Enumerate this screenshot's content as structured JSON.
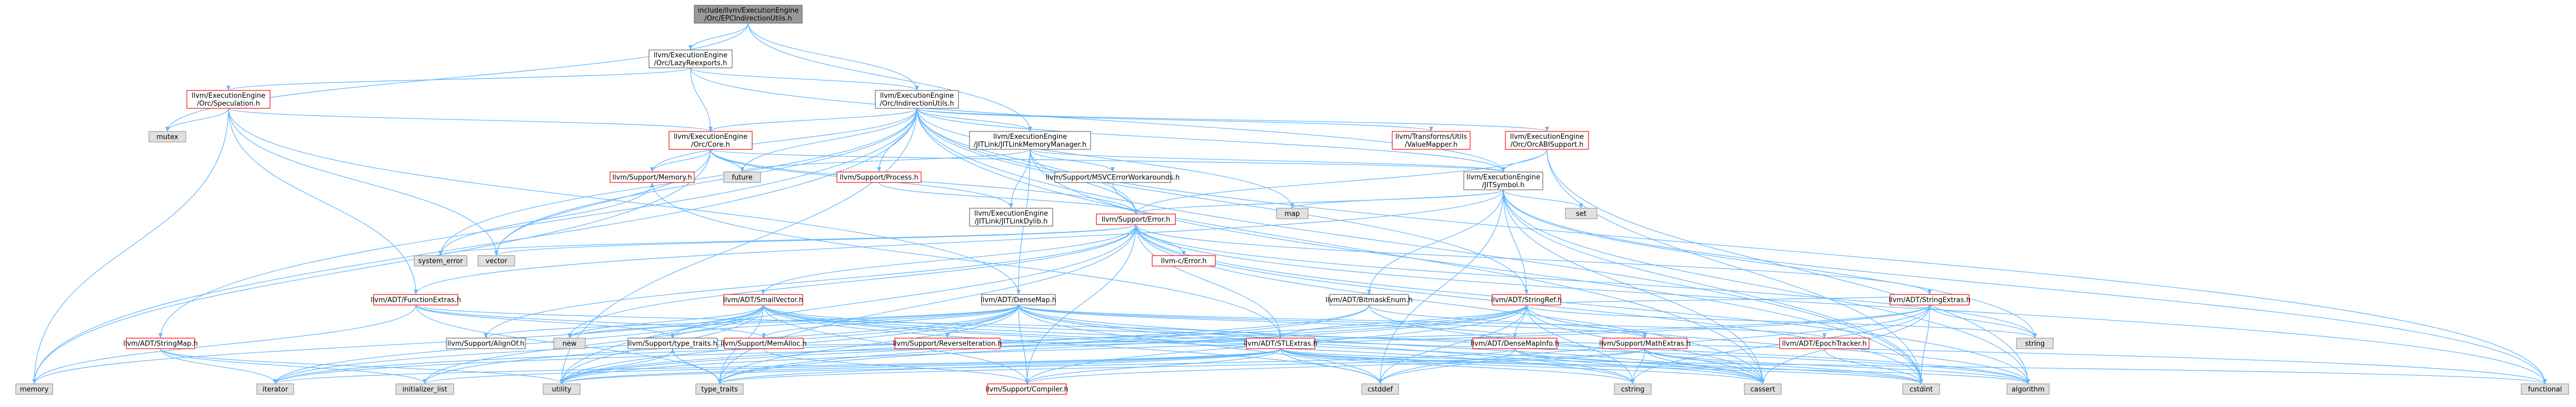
{
  "colors": {
    "root_fill": "#999999",
    "root_stroke": "#666666",
    "node_fill": "#ffffff",
    "normal_stroke": "#666666",
    "highlight_stroke": "#ff0000",
    "system_fill": "#e0e0e0",
    "system_stroke": "#999999",
    "edge": "#63b8ff",
    "text": "#000000"
  },
  "nodes": [
    {
      "id": "root",
      "kind": "root",
      "lines": [
        "include/llvm/ExecutionEngine",
        "/Orc/EPCIndirectionUtils.h"
      ]
    },
    {
      "id": "lazy",
      "kind": "normal",
      "lines": [
        "llvm/ExecutionEngine",
        "/Orc/LazyReexports.h"
      ]
    },
    {
      "id": "spec",
      "kind": "red",
      "lines": [
        "llvm/ExecutionEngine",
        "/Orc/Speculation.h"
      ]
    },
    {
      "id": "indir",
      "kind": "normal",
      "lines": [
        "llvm/ExecutionEngine",
        "/Orc/IndirectionUtils.h"
      ]
    },
    {
      "id": "mutex",
      "kind": "system",
      "lines": [
        "mutex"
      ]
    },
    {
      "id": "core",
      "kind": "red",
      "lines": [
        "llvm/ExecutionEngine",
        "/Orc/Core.h"
      ]
    },
    {
      "id": "jitlinkmm",
      "kind": "normal",
      "lines": [
        "llvm/ExecutionEngine",
        "/JITLink/JITLinkMemoryManager.h"
      ]
    },
    {
      "id": "vmapper",
      "kind": "red",
      "lines": [
        "llvm/Transforms/Utils",
        "/ValueMapper.h"
      ]
    },
    {
      "id": "orcabi",
      "kind": "red",
      "lines": [
        "llvm/ExecutionEngine",
        "/Orc/OrcABISupport.h"
      ]
    },
    {
      "id": "memory",
      "kind": "red",
      "lines": [
        "llvm/Support/Memory.h"
      ]
    },
    {
      "id": "future",
      "kind": "system",
      "lines": [
        "future"
      ]
    },
    {
      "id": "process",
      "kind": "red",
      "lines": [
        "llvm/Support/Process.h"
      ]
    },
    {
      "id": "msvc",
      "kind": "normal",
      "lines": [
        "llvm/Support/MSVCErrorWorkarounds.h"
      ]
    },
    {
      "id": "jitsym",
      "kind": "normal",
      "lines": [
        "llvm/ExecutionEngine",
        "/JITSymbol.h"
      ]
    },
    {
      "id": "jitlinkdylib",
      "kind": "normal",
      "lines": [
        "llvm/ExecutionEngine",
        "/JITLink/JITLinkDylib.h"
      ]
    },
    {
      "id": "map",
      "kind": "system",
      "lines": [
        "map"
      ]
    },
    {
      "id": "set",
      "kind": "system",
      "lines": [
        "set"
      ]
    },
    {
      "id": "error",
      "kind": "red",
      "lines": [
        "llvm/Support/Error.h"
      ]
    },
    {
      "id": "cerror",
      "kind": "red",
      "lines": [
        "llvm-c/Error.h"
      ]
    },
    {
      "id": "syserr",
      "kind": "system",
      "lines": [
        "system_error"
      ]
    },
    {
      "id": "vector",
      "kind": "system",
      "lines": [
        "vector"
      ]
    },
    {
      "id": "funcext",
      "kind": "red",
      "lines": [
        "llvm/ADT/FunctionExtras.h"
      ]
    },
    {
      "id": "smallvec",
      "kind": "red",
      "lines": [
        "llvm/ADT/SmallVector.h"
      ]
    },
    {
      "id": "densemap",
      "kind": "normal",
      "lines": [
        "llvm/ADT/DenseMap.h"
      ]
    },
    {
      "id": "bitmask",
      "kind": "normal",
      "lines": [
        "llvm/ADT/BitmaskEnum.h"
      ]
    },
    {
      "id": "stringref",
      "kind": "red",
      "lines": [
        "llvm/ADT/StringRef.h"
      ]
    },
    {
      "id": "strextras",
      "kind": "red",
      "lines": [
        "llvm/ADT/StringExtras.h"
      ]
    },
    {
      "id": "stringmap",
      "kind": "red",
      "lines": [
        "llvm/ADT/StringMap.h"
      ]
    },
    {
      "id": "alignof",
      "kind": "normal",
      "lines": [
        "llvm/Support/AlignOf.h"
      ]
    },
    {
      "id": "new",
      "kind": "system",
      "lines": [
        "new"
      ]
    },
    {
      "id": "typetraits",
      "kind": "normal",
      "lines": [
        "llvm/Support/type_traits.h"
      ]
    },
    {
      "id": "memalloc",
      "kind": "red",
      "lines": [
        "llvm/Support/MemAlloc.h"
      ]
    },
    {
      "id": "reverseiter",
      "kind": "red",
      "lines": [
        "llvm/Support/ReverseIteration.h"
      ]
    },
    {
      "id": "stlextras",
      "kind": "red",
      "lines": [
        "llvm/ADT/STLExtras.h"
      ]
    },
    {
      "id": "densemapinfo",
      "kind": "red",
      "lines": [
        "llvm/ADT/DenseMapInfo.h"
      ]
    },
    {
      "id": "mathextras",
      "kind": "red",
      "lines": [
        "llvm/Support/MathExtras.h"
      ]
    },
    {
      "id": "epochtracker",
      "kind": "red",
      "lines": [
        "llvm/ADT/EpochTracker.h"
      ]
    },
    {
      "id": "string",
      "kind": "system",
      "lines": [
        "string"
      ]
    },
    {
      "id": "compiler",
      "kind": "red",
      "lines": [
        "llvm/Support/Compiler.h"
      ]
    },
    {
      "id": "smemory",
      "kind": "system",
      "lines": [
        "memory"
      ]
    },
    {
      "id": "iterator",
      "kind": "system",
      "lines": [
        "iterator"
      ]
    },
    {
      "id": "initlist",
      "kind": "system",
      "lines": [
        "initializer_list"
      ]
    },
    {
      "id": "utility",
      "kind": "system",
      "lines": [
        "utility"
      ]
    },
    {
      "id": "typetraits_sys",
      "kind": "system",
      "lines": [
        "type_traits"
      ]
    },
    {
      "id": "cstddef",
      "kind": "system",
      "lines": [
        "cstddef"
      ]
    },
    {
      "id": "cstring",
      "kind": "system",
      "lines": [
        "cstring"
      ]
    },
    {
      "id": "cassert",
      "kind": "system",
      "lines": [
        "cassert"
      ]
    },
    {
      "id": "cstdint",
      "kind": "system",
      "lines": [
        "cstdint"
      ]
    },
    {
      "id": "algorithm",
      "kind": "system",
      "lines": [
        "algorithm"
      ]
    },
    {
      "id": "functional",
      "kind": "system",
      "lines": [
        "functional"
      ]
    }
  ],
  "edges": [
    [
      "root",
      "lazy"
    ],
    [
      "root",
      "indir"
    ],
    [
      "root",
      "mutex"
    ],
    [
      "root",
      "jitlinkmm"
    ],
    [
      "lazy",
      "spec"
    ],
    [
      "lazy",
      "indir"
    ],
    [
      "lazy",
      "core"
    ],
    [
      "lazy",
      "jitsym"
    ],
    [
      "spec",
      "core"
    ],
    [
      "spec",
      "mutex"
    ],
    [
      "spec",
      "funcext"
    ],
    [
      "spec",
      "densemap"
    ],
    [
      "spec",
      "smemory"
    ],
    [
      "spec",
      "vector"
    ],
    [
      "indir",
      "core"
    ],
    [
      "indir",
      "jitlinkmm"
    ],
    [
      "indir",
      "vmapper"
    ],
    [
      "indir",
      "orcabi"
    ],
    [
      "indir",
      "memory"
    ],
    [
      "indir",
      "future"
    ],
    [
      "indir",
      "process"
    ],
    [
      "indir",
      "jitsym"
    ],
    [
      "indir",
      "error"
    ],
    [
      "indir",
      "map"
    ],
    [
      "indir",
      "stringref"
    ],
    [
      "indir",
      "stringmap"
    ],
    [
      "indir",
      "smemory"
    ],
    [
      "indir",
      "cassert"
    ],
    [
      "indir",
      "cstdint"
    ],
    [
      "indir",
      "functional"
    ],
    [
      "indir",
      "utility"
    ],
    [
      "indir",
      "vector"
    ],
    [
      "indir",
      "syserr"
    ],
    [
      "core",
      "memory"
    ],
    [
      "core",
      "future"
    ],
    [
      "core",
      "jitlinkdylib"
    ],
    [
      "core",
      "jitsym"
    ],
    [
      "core",
      "error"
    ],
    [
      "core",
      "smemory"
    ],
    [
      "core",
      "vector"
    ],
    [
      "jitlinkmm",
      "msvc"
    ],
    [
      "jitlinkmm",
      "jitsym"
    ],
    [
      "jitlinkmm",
      "jitlinkdylib"
    ],
    [
      "jitlinkmm",
      "error"
    ],
    [
      "jitlinkmm",
      "future"
    ],
    [
      "jitlinkmm",
      "densemap"
    ],
    [
      "jitlinkmm",
      "cstdint"
    ],
    [
      "orcabi",
      "jitsym"
    ],
    [
      "orcabi",
      "error"
    ],
    [
      "orcabi",
      "cstdint"
    ],
    [
      "orcabi",
      "algorithm"
    ],
    [
      "memory",
      "syserr"
    ],
    [
      "process",
      "error"
    ],
    [
      "msvc",
      "error"
    ],
    [
      "jitsym",
      "error"
    ],
    [
      "jitsym",
      "map"
    ],
    [
      "jitsym",
      "set"
    ],
    [
      "jitsym",
      "bitmask"
    ],
    [
      "jitsym",
      "stringref"
    ],
    [
      "jitsym",
      "funcext"
    ],
    [
      "jitsym",
      "cstddef"
    ],
    [
      "jitsym",
      "cstdint"
    ],
    [
      "jitsym",
      "functional"
    ],
    [
      "jitsym",
      "string"
    ],
    [
      "jitsym",
      "algorithm"
    ],
    [
      "jitsym",
      "cassert"
    ],
    [
      "error",
      "cerror"
    ],
    [
      "error",
      "syserr"
    ],
    [
      "error",
      "vector"
    ],
    [
      "error",
      "strextras"
    ],
    [
      "error",
      "stlextras"
    ],
    [
      "error",
      "smallvec"
    ],
    [
      "error",
      "alignof"
    ],
    [
      "error",
      "compiler"
    ],
    [
      "error",
      "string"
    ],
    [
      "error",
      "cassert"
    ],
    [
      "error",
      "cstdint"
    ],
    [
      "error",
      "cstdlib"
    ],
    [
      "error",
      "functional"
    ],
    [
      "error",
      "new"
    ],
    [
      "error",
      "utility"
    ],
    [
      "error",
      "typetraits_sys"
    ],
    [
      "error",
      "algorithm"
    ],
    [
      "funcext",
      "stlextras"
    ],
    [
      "funcext",
      "memalloc"
    ],
    [
      "funcext",
      "typetraits"
    ],
    [
      "funcext",
      "smemory"
    ],
    [
      "funcext",
      "typetraits_sys"
    ],
    [
      "smallvec",
      "compiler"
    ],
    [
      "smallvec",
      "typetraits"
    ],
    [
      "smallvec",
      "algorithm"
    ],
    [
      "smallvec",
      "cassert"
    ],
    [
      "smallvec",
      "cstddef"
    ],
    [
      "smallvec",
      "cstdlib"
    ],
    [
      "smallvec",
      "cstring"
    ],
    [
      "smallvec",
      "functional"
    ],
    [
      "smallvec",
      "initlist"
    ],
    [
      "smallvec",
      "iterator"
    ],
    [
      "smallvec",
      "smemory"
    ],
    [
      "smallvec",
      "new"
    ],
    [
      "smallvec",
      "utility"
    ],
    [
      "smallvec",
      "typetraits_sys"
    ],
    [
      "densemap",
      "densemapinfo"
    ],
    [
      "densemap",
      "epochtracker"
    ],
    [
      "densemap",
      "alignof"
    ],
    [
      "densemap",
      "compiler"
    ],
    [
      "densemap",
      "mathextras"
    ],
    [
      "densemap",
      "memalloc"
    ],
    [
      "densemap",
      "reverseiter"
    ],
    [
      "densemap",
      "typetraits"
    ],
    [
      "densemap",
      "algorithm"
    ],
    [
      "densemap",
      "cassert"
    ],
    [
      "densemap",
      "cstddef"
    ],
    [
      "densemap",
      "cstring"
    ],
    [
      "densemap",
      "initlist"
    ],
    [
      "densemap",
      "iterator"
    ],
    [
      "densemap",
      "new"
    ],
    [
      "densemap",
      "typetraits_sys"
    ],
    [
      "densemap",
      "utility"
    ],
    [
      "bitmask",
      "mathextras"
    ],
    [
      "bitmask",
      "cassert"
    ],
    [
      "bitmask",
      "typetraits_sys"
    ],
    [
      "bitmask",
      "utility"
    ],
    [
      "stringref",
      "densemapinfo"
    ],
    [
      "stringref",
      "stlextras"
    ],
    [
      "stringref",
      "compiler"
    ],
    [
      "stringref",
      "algorithm"
    ],
    [
      "stringref",
      "cassert"
    ],
    [
      "stringref",
      "cstddef"
    ],
    [
      "stringref",
      "cstring"
    ],
    [
      "stringref",
      "iterator"
    ],
    [
      "stringref",
      "string"
    ],
    [
      "stringref",
      "typetraits_sys"
    ],
    [
      "stringref",
      "utility"
    ],
    [
      "strextras",
      "stringref"
    ],
    [
      "strextras",
      "cassert"
    ],
    [
      "strextras",
      "cstddef"
    ],
    [
      "strextras",
      "cstdint"
    ],
    [
      "strextras",
      "cstdlib"
    ],
    [
      "strextras",
      "cstring"
    ],
    [
      "strextras",
      "iterator"
    ],
    [
      "strextras",
      "string"
    ],
    [
      "strextras",
      "utility"
    ],
    [
      "stringmap",
      "iterator"
    ],
    [
      "stringmap",
      "initlist"
    ],
    [
      "stringmap",
      "utility"
    ],
    [
      "typetraits",
      "typetraits_sys"
    ],
    [
      "typetraits",
      "utility"
    ],
    [
      "memalloc",
      "compiler"
    ],
    [
      "stlextras",
      "compiler"
    ],
    [
      "stlextras",
      "typetraits"
    ],
    [
      "stlextras",
      "cassert"
    ],
    [
      "stlextras",
      "cstddef"
    ],
    [
      "stlextras",
      "cstdint"
    ],
    [
      "stlextras",
      "cstdlib"
    ],
    [
      "stlextras",
      "functional"
    ],
    [
      "stlextras",
      "initlist"
    ],
    [
      "stlextras",
      "iterator"
    ],
    [
      "stlextras",
      "memory"
    ],
    [
      "stlextras",
      "utility"
    ],
    [
      "stlextras",
      "typetraits_sys"
    ],
    [
      "stlextras",
      "algorithm"
    ],
    [
      "stlextras",
      "cstring"
    ],
    [
      "densemapinfo",
      "cassert"
    ],
    [
      "densemapinfo",
      "cstddef"
    ],
    [
      "densemapinfo",
      "cstdint"
    ],
    [
      "densemapinfo",
      "utility"
    ],
    [
      "mathextras",
      "compiler"
    ],
    [
      "mathextras",
      "cassert"
    ],
    [
      "mathextras",
      "cstdint"
    ],
    [
      "mathextras",
      "cstring"
    ],
    [
      "mathextras",
      "algorithm"
    ],
    [
      "mathextras",
      "typetraits_sys"
    ],
    [
      "epochtracker",
      "cstdint"
    ]
  ]
}
